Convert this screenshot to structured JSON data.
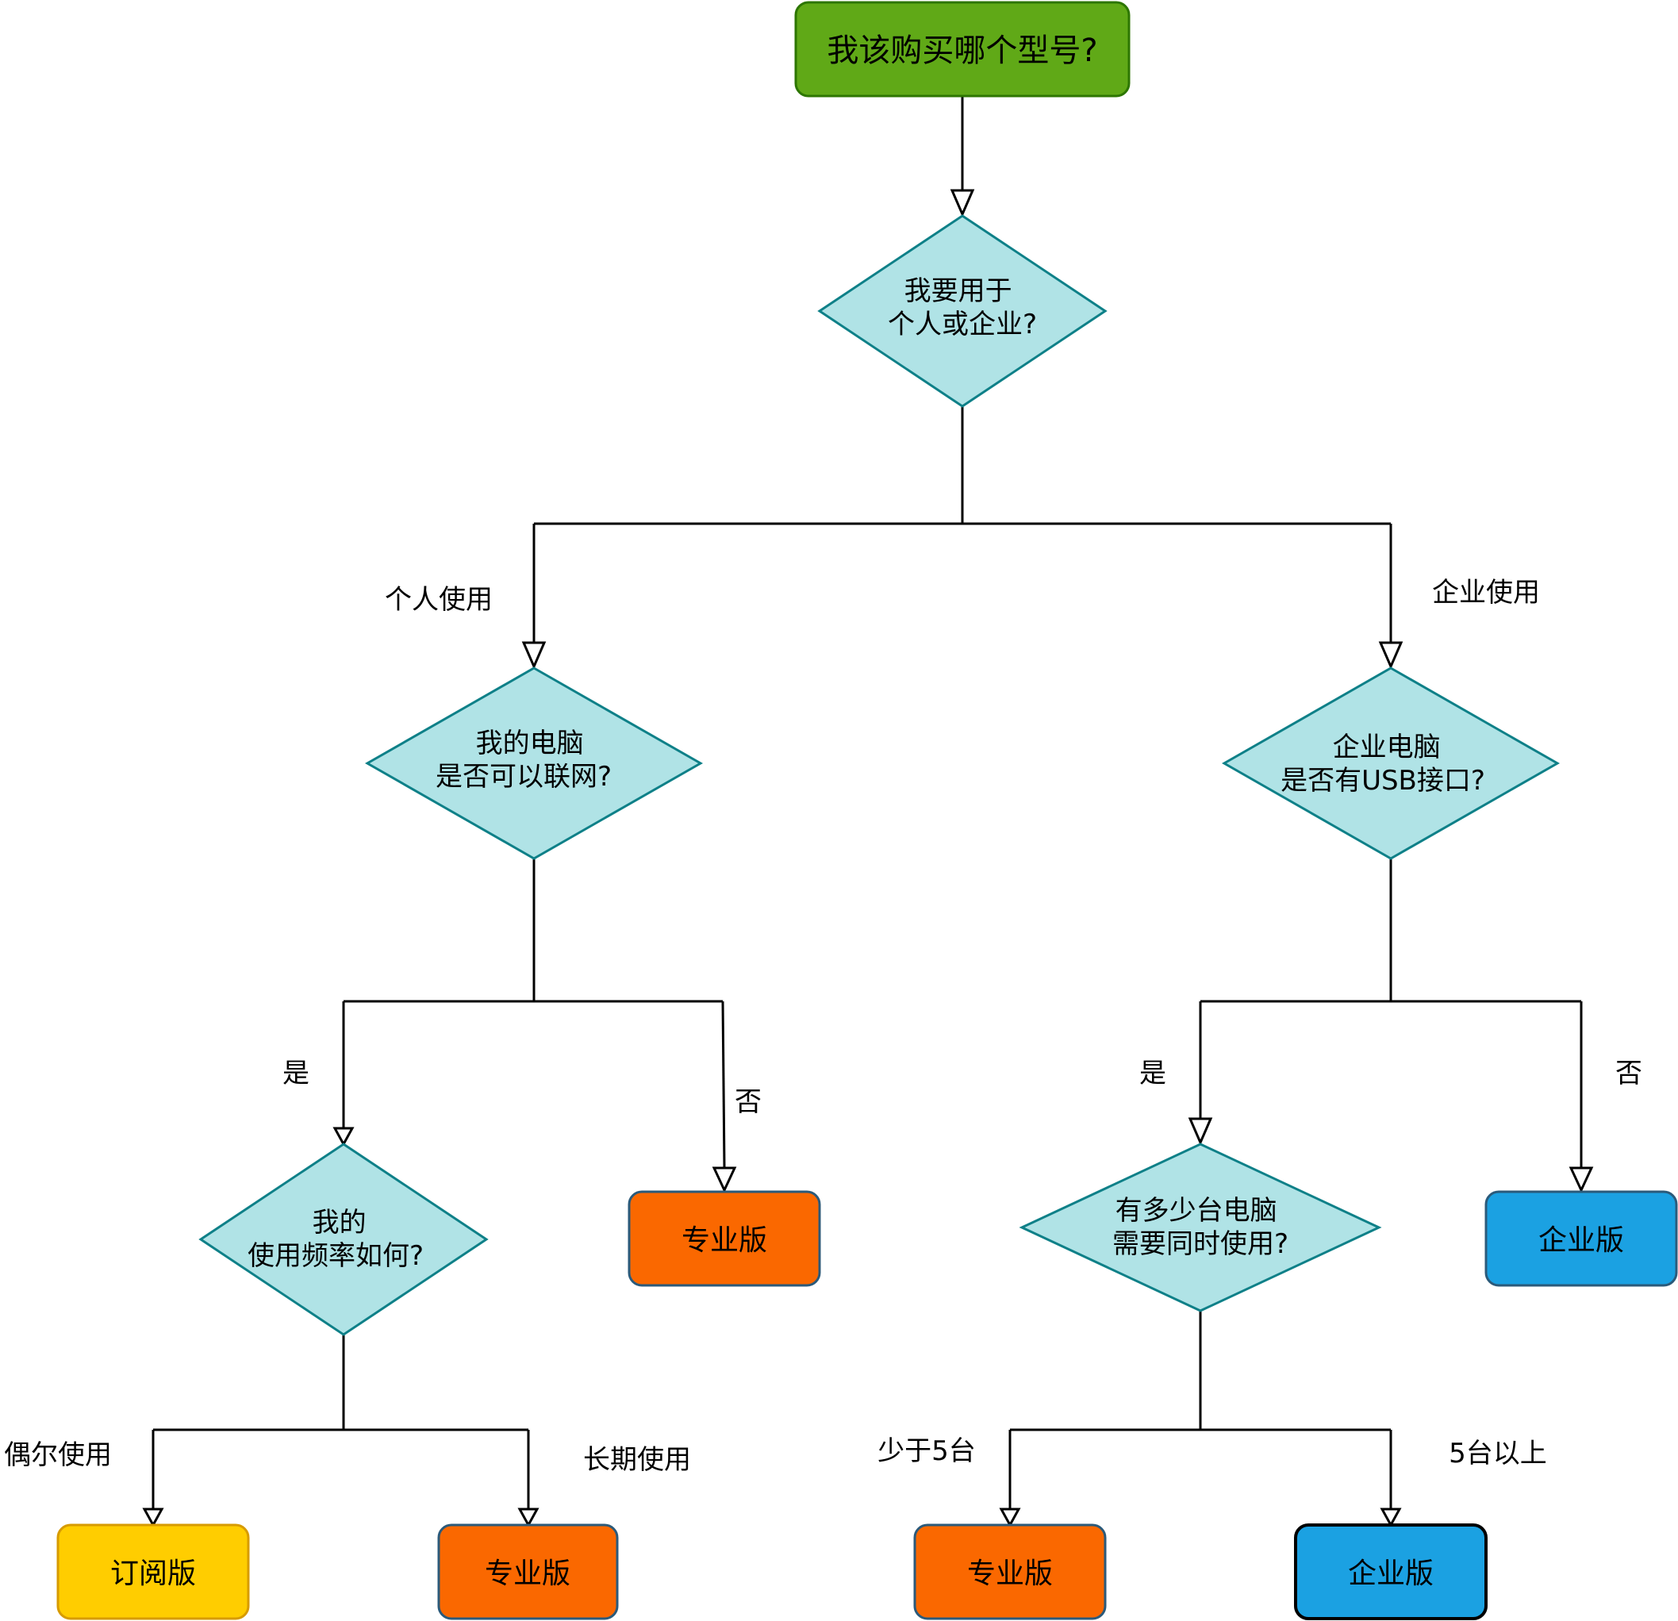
{
  "colors": {
    "start_fill": "#60a917",
    "start_stroke": "#2d7600",
    "decision_fill": "#b0e3e6",
    "decision_stroke": "#0e8088",
    "pro_fill": "#fa6800",
    "pro_stroke": "#2b5a7a",
    "enterprise_fill": "#1ba1e2",
    "enterprise_stroke": "#2b5a7a",
    "enterprise_stroke_dark": "#000000",
    "subscription_fill": "#ffcd00",
    "subscription_stroke": "#d79b00",
    "line": "#000000"
  },
  "nodes": {
    "start": {
      "lines": [
        "我该购买哪个型号?"
      ]
    },
    "usage": {
      "lines": [
        "我要用于",
        "个人或企业?"
      ]
    },
    "personal_network": {
      "lines": [
        "我的电脑",
        "是否可以联网?"
      ]
    },
    "enterprise_usb": {
      "lines": [
        "企业电脑",
        "是否有USB接口?"
      ]
    },
    "frequency": {
      "lines": [
        "我的",
        "使用频率如何?"
      ]
    },
    "pro_offline": {
      "lines": [
        "专业版"
      ]
    },
    "computer_count": {
      "lines": [
        "有多少台电脑",
        "需要同时使用?"
      ]
    },
    "enterprise_no_usb": {
      "lines": [
        "企业版"
      ]
    },
    "subscription": {
      "lines": [
        "订阅版"
      ]
    },
    "pro_long_term": {
      "lines": [
        "专业版"
      ]
    },
    "pro_few": {
      "lines": [
        "专业版"
      ]
    },
    "enterprise_many": {
      "lines": [
        "企业版"
      ]
    }
  },
  "edge_labels": {
    "personal": "个人使用",
    "enterprise": "企业使用",
    "network_yes": "是",
    "network_no": "否",
    "usb_yes": "是",
    "usb_no": "否",
    "occasional": "偶尔使用",
    "long_term": "长期使用",
    "under_five": "少于5台",
    "five_plus": "5台以上"
  }
}
